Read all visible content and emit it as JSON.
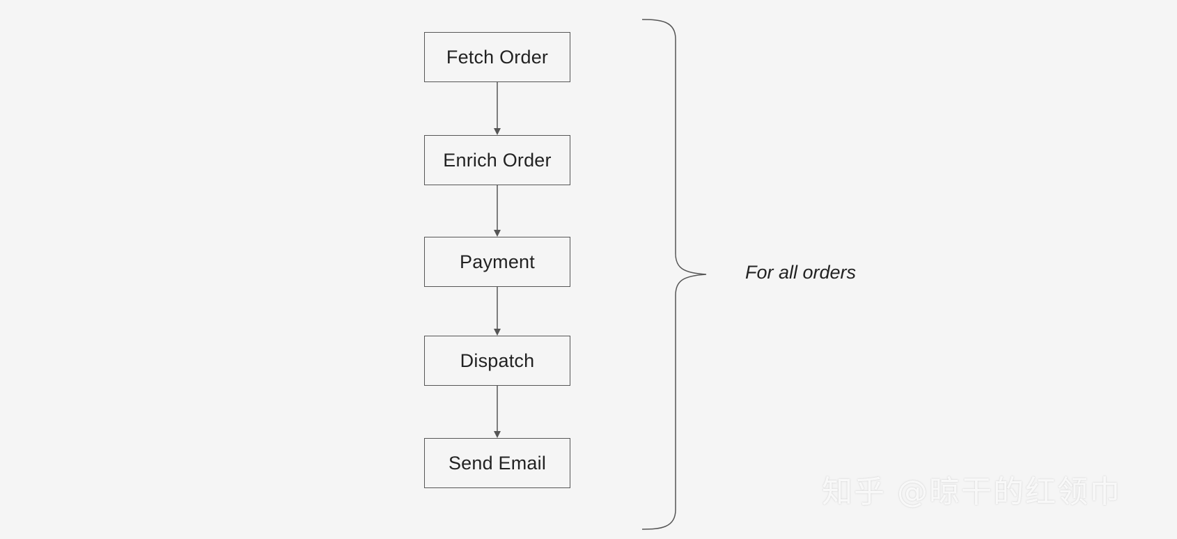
{
  "steps": [
    {
      "label": "Fetch Order"
    },
    {
      "label": "Enrich Order"
    },
    {
      "label": "Payment"
    },
    {
      "label": "Dispatch"
    },
    {
      "label": "Send Email"
    }
  ],
  "brace_label": "For all orders",
  "watermark": "知乎 @晾干的红领巾",
  "colors": {
    "background": "#f5f5f5",
    "stroke": "#555555",
    "text": "#222222"
  }
}
